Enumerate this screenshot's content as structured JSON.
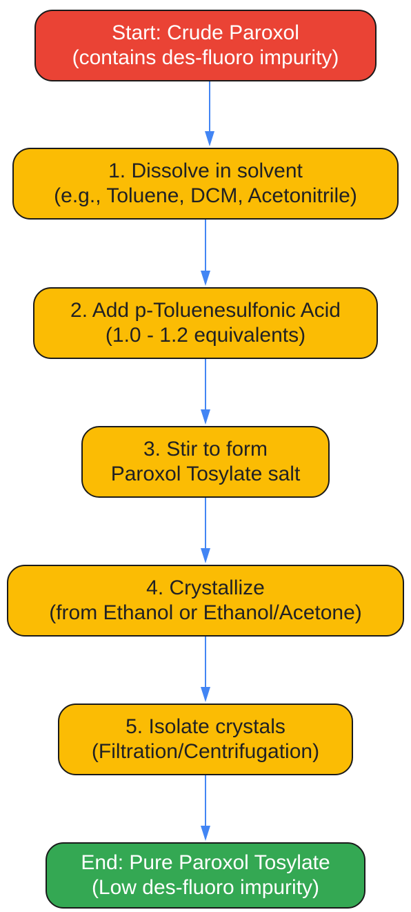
{
  "flowchart": {
    "colors": {
      "start": "#ea4335",
      "step": "#fbbc04",
      "end": "#34a853",
      "edge": "#4285f4",
      "border": "#1a1a1a"
    },
    "nodes": [
      {
        "id": "start",
        "kind": "start",
        "line1": "Start: Crude Paroxol",
        "line2": "(contains des-fluoro impurity)"
      },
      {
        "id": "dissolve",
        "kind": "step",
        "line1": "1. Dissolve in solvent",
        "line2": "(e.g., Toluene, DCM, Acetonitrile)"
      },
      {
        "id": "add-acid",
        "kind": "step",
        "line1": "2. Add p-Toluenesulfonic Acid",
        "line2": "(1.0 - 1.2 equivalents)"
      },
      {
        "id": "stir",
        "kind": "step",
        "line1": "3. Stir to form",
        "line2": "Paroxol Tosylate salt"
      },
      {
        "id": "crystallize",
        "kind": "step",
        "line1": "4. Crystallize",
        "line2": "(from Ethanol or Ethanol/Acetone)"
      },
      {
        "id": "isolate",
        "kind": "step",
        "line1": "5. Isolate crystals",
        "line2": "(Filtration/Centrifugation)"
      },
      {
        "id": "end",
        "kind": "end",
        "line1": "End: Pure Paroxol Tosylate",
        "line2": "(Low des-fluoro impurity)"
      }
    ],
    "edges": [
      {
        "from": "start",
        "to": "dissolve"
      },
      {
        "from": "dissolve",
        "to": "add-acid"
      },
      {
        "from": "add-acid",
        "to": "stir"
      },
      {
        "from": "stir",
        "to": "crystallize"
      },
      {
        "from": "crystallize",
        "to": "isolate"
      },
      {
        "from": "isolate",
        "to": "end"
      }
    ]
  }
}
